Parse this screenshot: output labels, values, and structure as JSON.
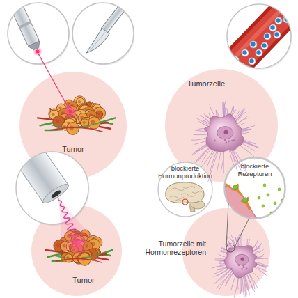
{
  "diagram": {
    "nodes": [
      {
        "text": [
          "Tumor"
        ]
      },
      {
        "text": [
          "Tumorzelle"
        ]
      },
      {
        "text": [
          "Tumor"
        ]
      },
      {
        "text": [
          "Tumorzelle mit Hormonrezeptoren"
        ]
      },
      {
        "text": [
          "blockierte Hormonproduktion"
        ]
      },
      {
        "text": [
          "blockierte Rezeptoren"
        ]
      }
    ]
  }
}
